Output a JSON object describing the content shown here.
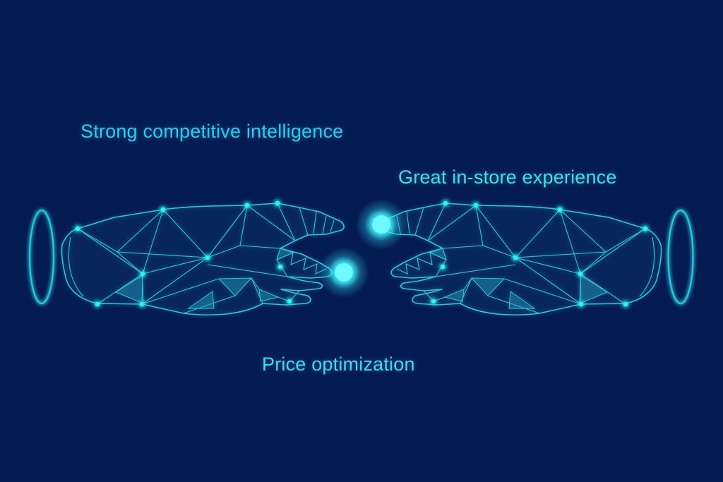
{
  "colors": {
    "background": "#051c52",
    "wireframe": "#2fc3dc",
    "node": "#2ff0f0",
    "orb_core": "#6efaff",
    "orb_glow": "#3ae9f2",
    "mesh_fill": "#2493bb",
    "ring": "#2cc6da",
    "competitive_text": "#24cff2",
    "experience_text": "#3ce2e2",
    "price_text": "#3fd9f4"
  },
  "labels": {
    "competitive": "Strong competitive intelligence",
    "experience": "Great in-store experience",
    "price": "Price optimization"
  },
  "graphics": {
    "left_hand": "low-poly wireframe hand pointing right",
    "right_hand": "low-poly wireframe hand pointing left",
    "left_ring": "vertical ellipse portal ring",
    "right_ring": "vertical ellipse portal ring",
    "left_orb": "glowing orb at left hand fingertip",
    "right_orb": "glowing orb at right hand fingertip"
  }
}
